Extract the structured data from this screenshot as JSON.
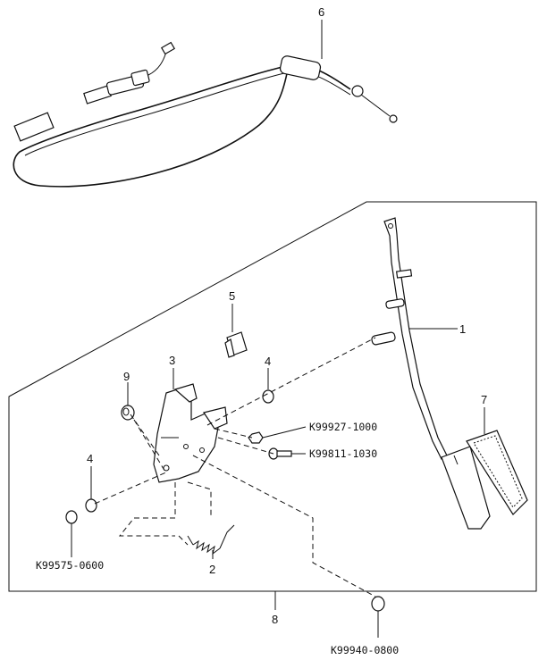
{
  "callouts": {
    "c1": "1",
    "c2": "2",
    "c3": "3",
    "c4a": "4",
    "c4b": "4",
    "c5": "5",
    "c6": "6",
    "c7": "7",
    "c8": "8",
    "c9": "9"
  },
  "part_numbers": {
    "nut_top": "K99927-1000",
    "bolt": "K99811-1030",
    "nut_left": "K99575-0600",
    "nut_bottom": "K99940-0800"
  }
}
